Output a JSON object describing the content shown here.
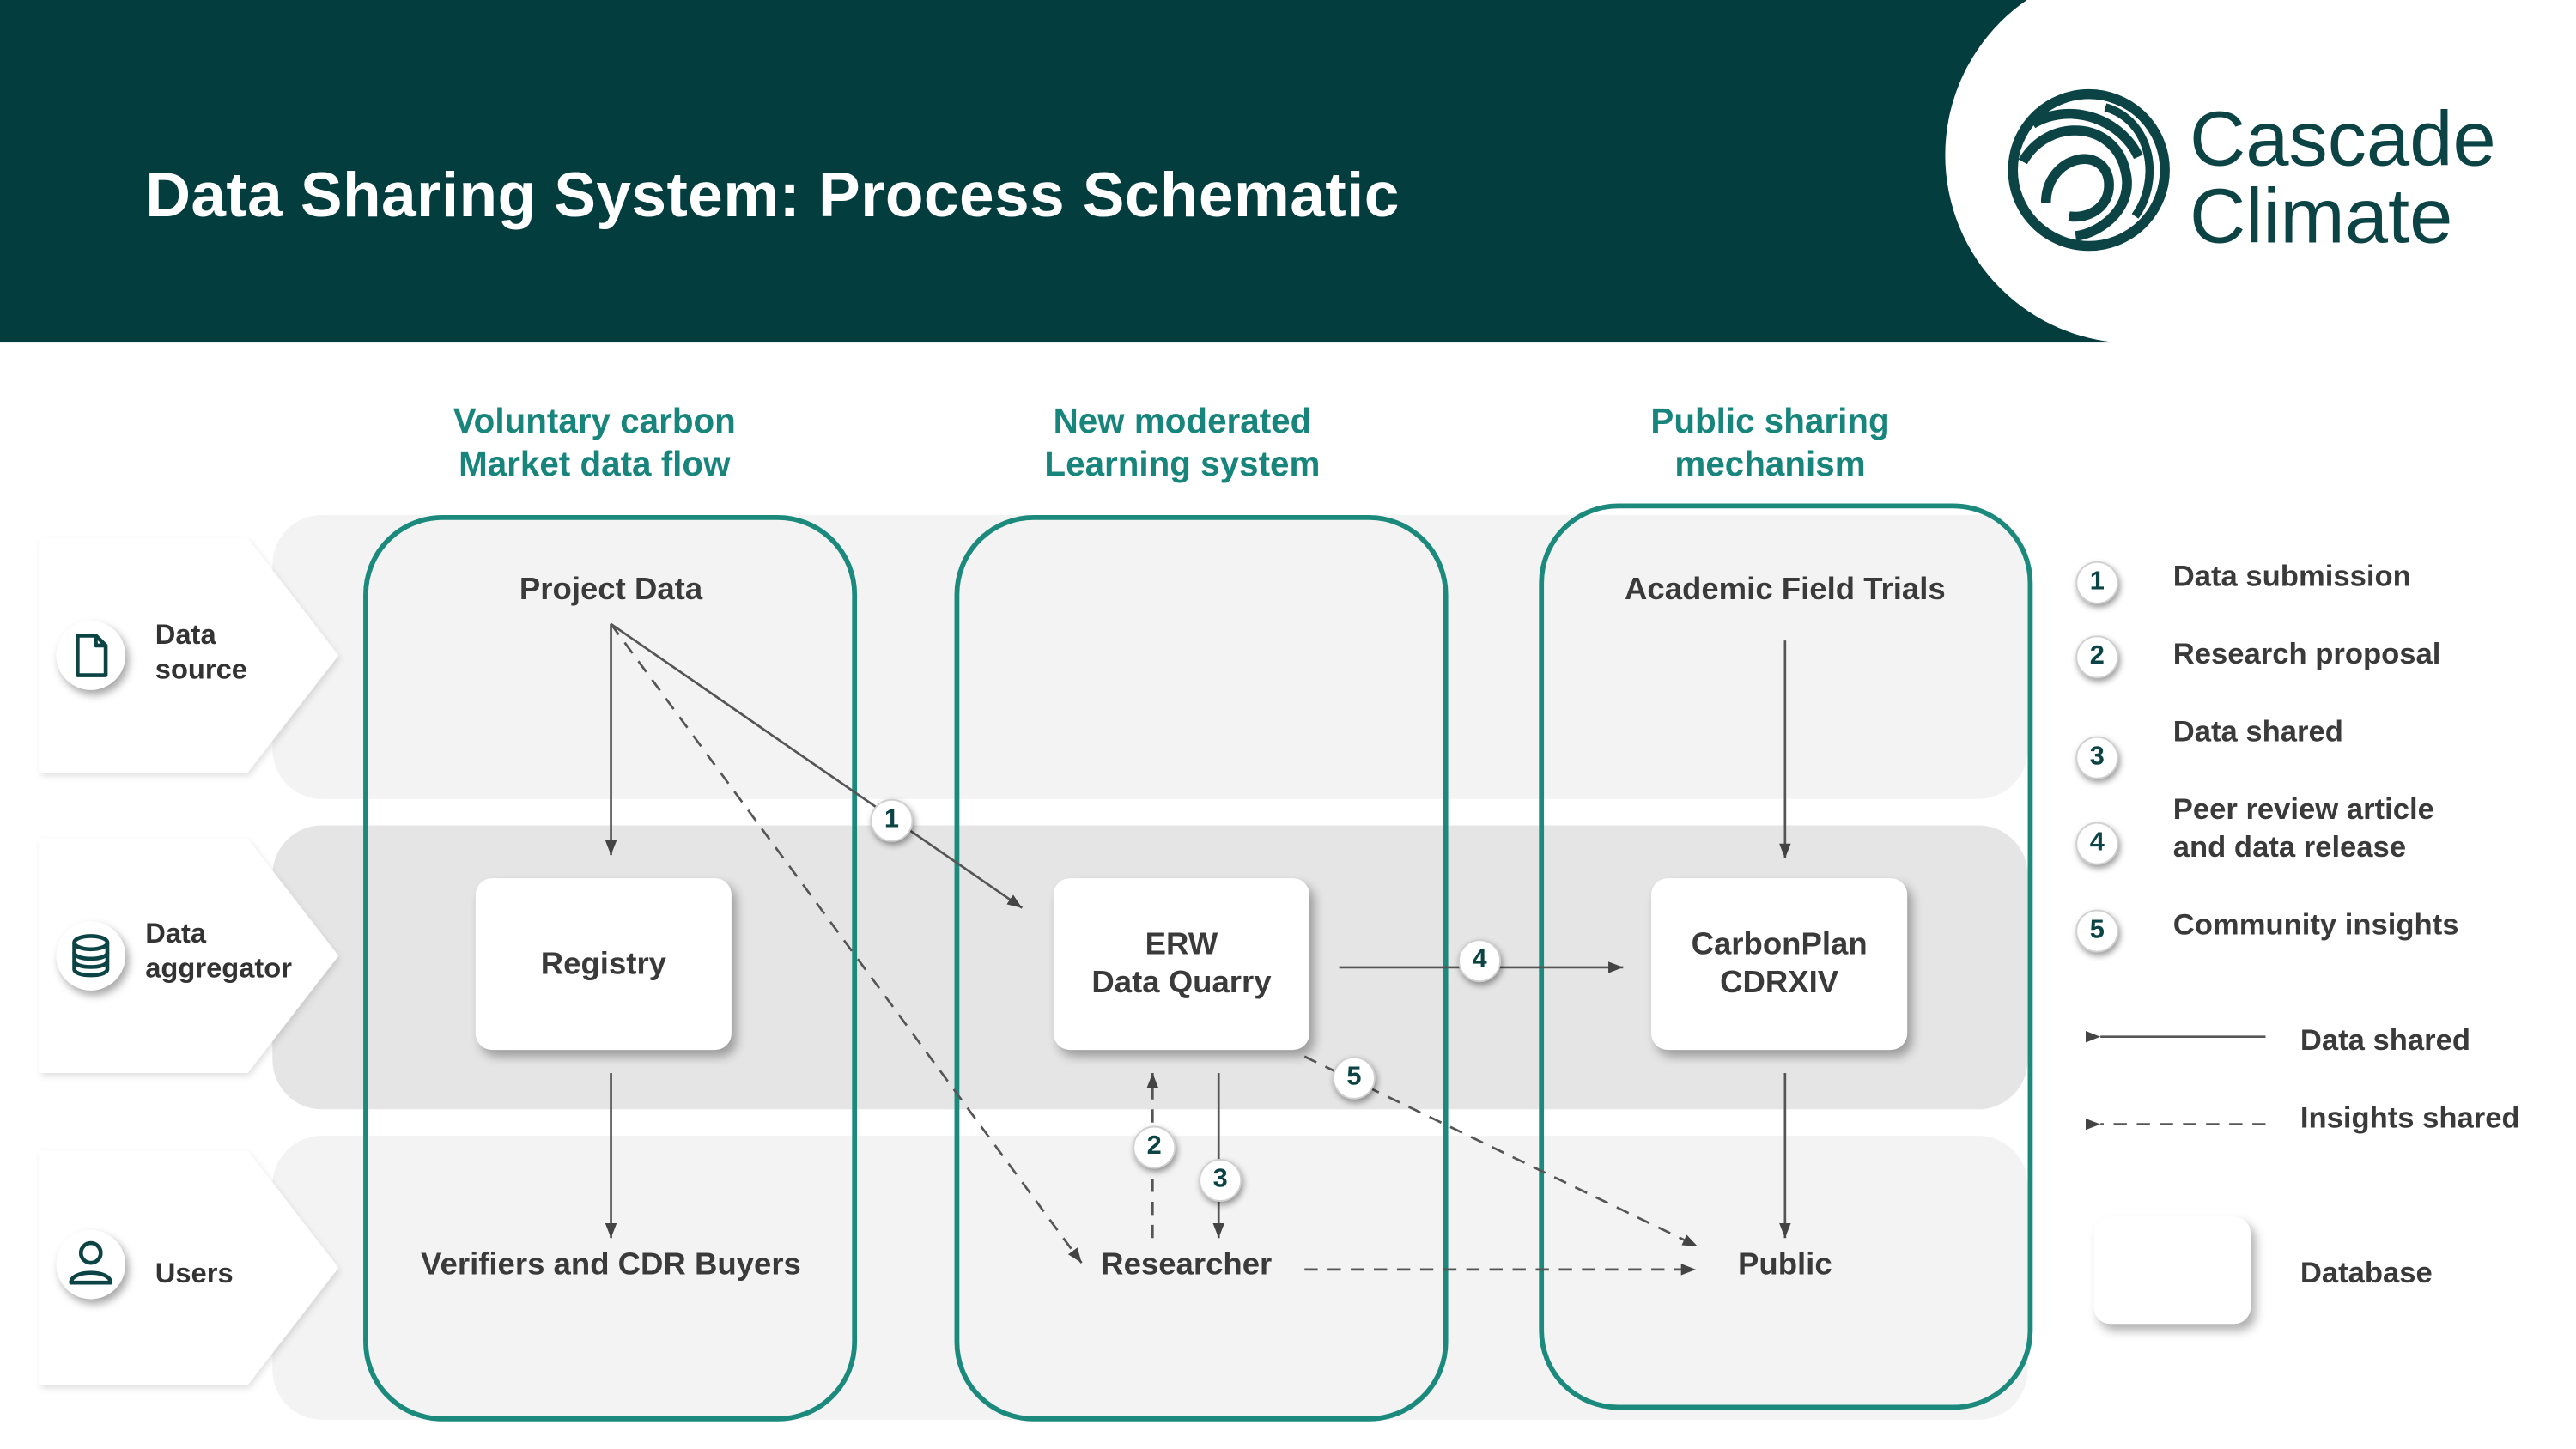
{
  "title": "Data Sharing System: Process Schematic",
  "logo": {
    "line1": "Cascade",
    "line2": "Climate"
  },
  "columns": [
    {
      "line1": "Voluntary carbon",
      "line2": "Market data flow"
    },
    {
      "line1": "New moderated",
      "line2": "Learning system"
    },
    {
      "line1": "Public sharing",
      "line2": "mechanism"
    }
  ],
  "rows": [
    {
      "line1": "Data",
      "line2": "source",
      "icon": "document-icon"
    },
    {
      "line1": "Data",
      "line2": "aggregator",
      "icon": "database-icon"
    },
    {
      "line1": "Users",
      "line2": "",
      "icon": "user-icon"
    }
  ],
  "nodes": {
    "project_data": "Project Data",
    "registry": "Registry",
    "verifiers": "Verifiers and CDR Buyers",
    "erw": "ERW\nData Quarry",
    "researcher": "Researcher",
    "academic": "Academic Field Trials",
    "carbonplan": "CarbonPlan\nCDRXIV",
    "public": "Public"
  },
  "flow_badges": [
    "1",
    "2",
    "3",
    "4",
    "5"
  ],
  "legend": {
    "steps": [
      {
        "num": "1",
        "label": "Data submission"
      },
      {
        "num": "2",
        "label": "Research proposal"
      },
      {
        "num": "3",
        "label": "Data shared"
      },
      {
        "num": "4",
        "label": "Peer review article\nand data release"
      },
      {
        "num": "5",
        "label": "Community insights"
      }
    ],
    "data_shared": "Data shared",
    "insights_shared": "Insights shared",
    "database": "Database"
  },
  "colors": {
    "header": "#033d3e",
    "accent": "#1b8a7d",
    "band_light": "#f3f3f3",
    "band_mid": "#e5e5e5"
  }
}
